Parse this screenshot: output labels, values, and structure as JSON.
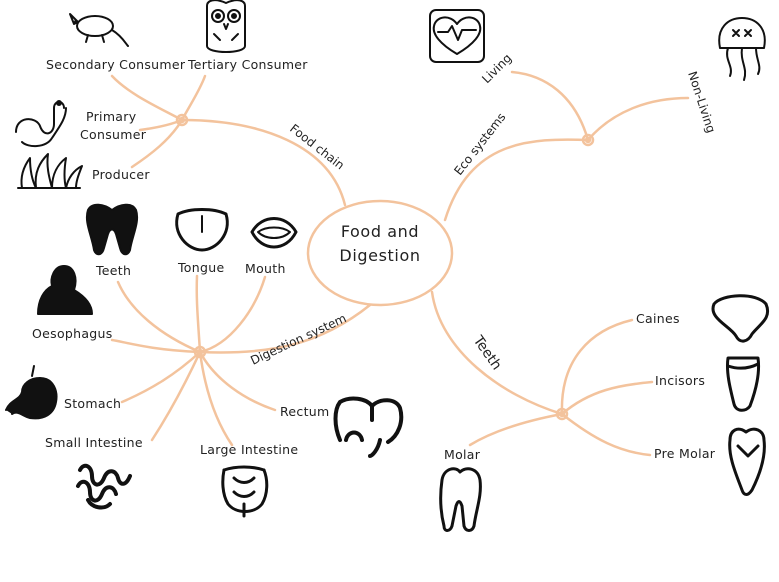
{
  "center": {
    "line1": "Food and",
    "line2": "Digestion"
  },
  "food_chain": {
    "branch": "Food chain",
    "items": {
      "secondary": "Secondary Consumer",
      "tertiary": "Tertiary Consumer",
      "primary_1": "Primary",
      "primary_2": "Consumer",
      "producer": "Producer"
    }
  },
  "eco_systems": {
    "branch": "Eco systems",
    "items": {
      "living": "Living",
      "non_living": "Non-Living"
    }
  },
  "digestion_system": {
    "branch": "Digestion system",
    "items": {
      "teeth": "Teeth",
      "tongue": "Tongue",
      "mouth": "Mouth",
      "oesophagus": "Oesophagus",
      "stomach": "Stomach",
      "small_intestine": "Small Intestine",
      "large_intestine": "Large Intestine",
      "rectum": "Rectum"
    }
  },
  "teeth_branch": {
    "branch": "Teeth",
    "items": {
      "caines": "Caines",
      "incisors": "Incisors",
      "pre_molar": "Pre Molar",
      "molar": "Molar"
    }
  },
  "colors": {
    "branch": "#f3c39d",
    "node": "#f0b98c"
  }
}
